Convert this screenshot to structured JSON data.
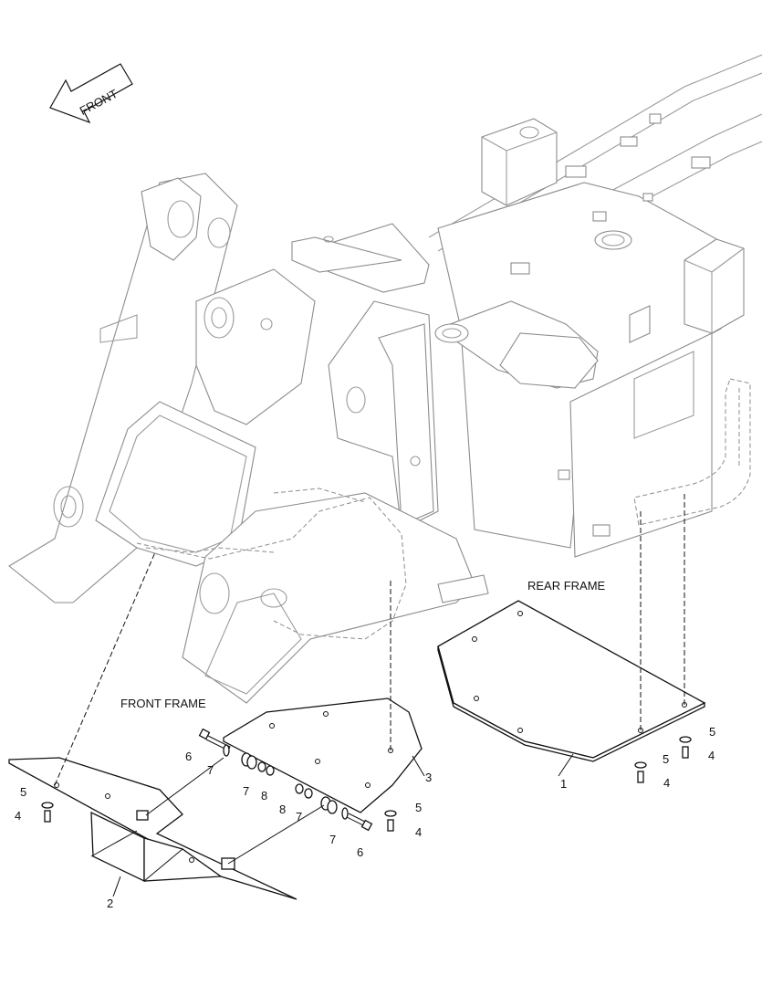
{
  "diagram": {
    "front_arrow_text": "FRONT",
    "rear_frame_label": "REAR FRAME",
    "front_frame_label": "FRONT FRAME",
    "callouts": [
      {
        "id": "c1",
        "text": "1"
      },
      {
        "id": "c2",
        "text": "2"
      },
      {
        "id": "c3",
        "text": "3"
      },
      {
        "id": "c4a",
        "text": "4"
      },
      {
        "id": "c4b",
        "text": "4"
      },
      {
        "id": "c4c",
        "text": "4"
      },
      {
        "id": "c4d",
        "text": "4"
      },
      {
        "id": "c5a",
        "text": "5"
      },
      {
        "id": "c5b",
        "text": "5"
      },
      {
        "id": "c5c",
        "text": "5"
      },
      {
        "id": "c5d",
        "text": "5"
      },
      {
        "id": "c6a",
        "text": "6"
      },
      {
        "id": "c6b",
        "text": "6"
      },
      {
        "id": "c7a",
        "text": "7"
      },
      {
        "id": "c7b",
        "text": "7"
      },
      {
        "id": "c7c",
        "text": "7"
      },
      {
        "id": "c7d",
        "text": "7"
      },
      {
        "id": "c8a",
        "text": "8"
      },
      {
        "id": "c8b",
        "text": "8"
      }
    ]
  }
}
